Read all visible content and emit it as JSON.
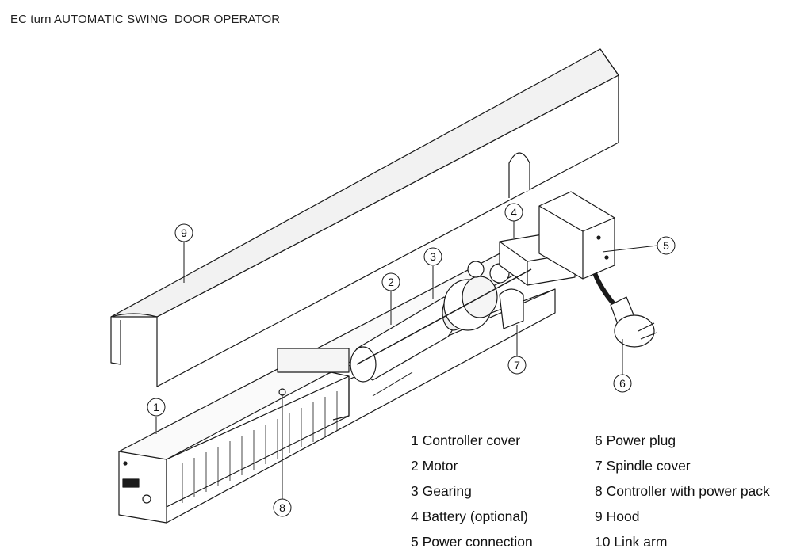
{
  "title": "EC turn AUTOMATIC SWING  DOOR OPERATOR",
  "callouts": [
    {
      "number": "1"
    },
    {
      "number": "2"
    },
    {
      "number": "3"
    },
    {
      "number": "4"
    },
    {
      "number": "5"
    },
    {
      "number": "6"
    },
    {
      "number": "7"
    },
    {
      "number": "8"
    },
    {
      "number": "9"
    }
  ],
  "legend": {
    "left": [
      "1 Controller cover",
      "2 Motor",
      "3 Gearing",
      "4 Battery (optional)",
      "5 Power connection"
    ],
    "right": [
      "6 Power plug",
      "7 Spindle cover",
      "8 Controller with power pack",
      "9 Hood",
      "10 Link arm"
    ]
  },
  "colors": {
    "line": "#1a1a1a",
    "fill": "#ffffff",
    "shade": "#e8e8e8"
  }
}
